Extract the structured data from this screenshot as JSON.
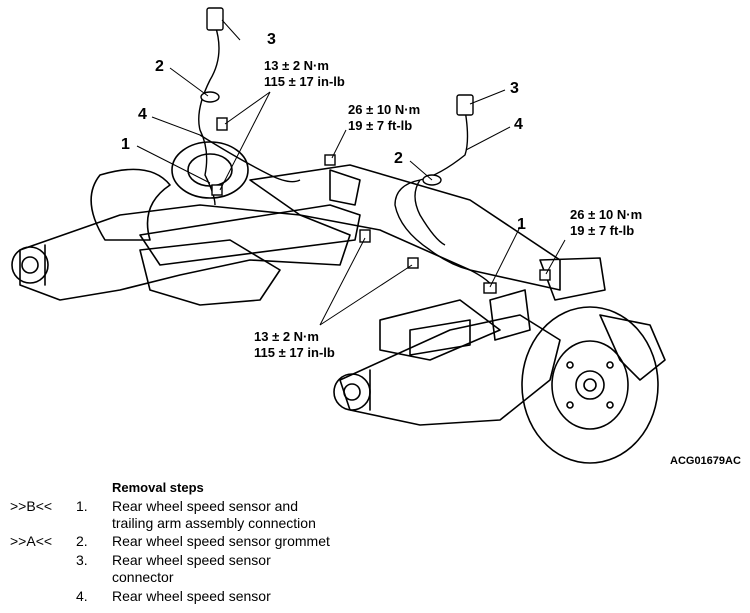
{
  "callouts": {
    "c1_left": "1",
    "c2_left": "2",
    "c3_left": "3",
    "c4_left": "4",
    "c1_right": "1",
    "c2_right": "2",
    "c3_right": "3",
    "c4_right": "4"
  },
  "torques": {
    "top_nm": "13 ± 2 N·m",
    "top_inlb": "115 ± 17 in-lb",
    "mid_nm": "26 ± 10 N·m",
    "mid_ftlb": "19 ± 7 ft-lb",
    "right_nm": "26 ± 10 N·m",
    "right_ftlb": "19 ± 7 ft-lb",
    "bottom_nm": "13 ± 2 N·m",
    "bottom_inlb": "115 ± 17 in-lb"
  },
  "figure_id": "ACG01679AC",
  "removal": {
    "title": "Removal steps",
    "steps": [
      {
        "ref": ">>B<<",
        "num": "1.",
        "text": "Rear wheel speed sensor and"
      },
      {
        "ref": "",
        "num": "",
        "text": "trailing arm assembly connection"
      },
      {
        "ref": ">>A<<",
        "num": "2.",
        "text": "Rear wheel speed sensor grommet"
      },
      {
        "ref": "",
        "num": "3.",
        "text": "Rear wheel speed sensor"
      },
      {
        "ref": "",
        "num": "",
        "text": "connector"
      },
      {
        "ref": "",
        "num": "4.",
        "text": "Rear wheel speed sensor"
      }
    ]
  }
}
